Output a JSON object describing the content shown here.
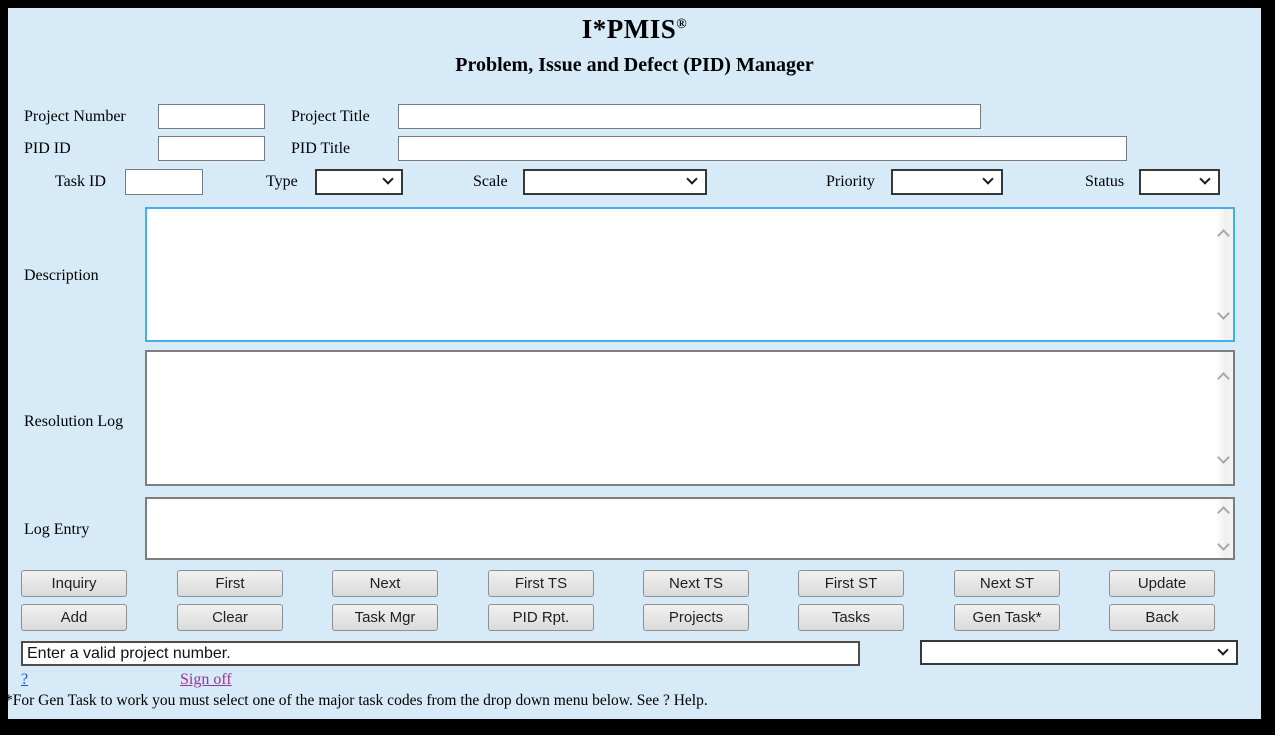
{
  "header": {
    "app_title": "I*PMIS",
    "registered_mark": "®",
    "subtitle": "Problem, Issue and Defect (PID) Manager"
  },
  "fields": {
    "project_number": {
      "label": "Project Number",
      "value": ""
    },
    "project_title": {
      "label": "Project Title",
      "value": ""
    },
    "pid_id": {
      "label": "PID ID",
      "value": ""
    },
    "pid_title": {
      "label": "PID Title",
      "value": ""
    },
    "task_id": {
      "label": "Task ID",
      "value": ""
    },
    "type": {
      "label": "Type",
      "selected": ""
    },
    "scale": {
      "label": "Scale",
      "selected": ""
    },
    "priority": {
      "label": "Priority",
      "selected": ""
    },
    "status": {
      "label": "Status",
      "selected": ""
    },
    "description": {
      "label": "Description",
      "value": ""
    },
    "resolution_log": {
      "label": "Resolution Log",
      "value": ""
    },
    "log_entry": {
      "label": "Log Entry",
      "value": ""
    }
  },
  "buttons": {
    "row1": [
      "Inquiry",
      "First",
      "Next",
      "First TS",
      "Next TS",
      "First ST",
      "Next ST",
      "Update"
    ],
    "row2": [
      "Add",
      "Clear",
      "Task Mgr",
      "PID Rpt.",
      "Projects",
      "Tasks",
      "Gen Task*",
      "Back"
    ]
  },
  "footer": {
    "message": "Enter a valid project number.",
    "task_code_selected": "",
    "help_link": "?",
    "signoff_link": "Sign off",
    "footnote": "*For Gen Task to work you must select one of the major task codes from the drop down menu below. See ? Help."
  },
  "icons": {
    "select_dropdown": "chevron-down",
    "scrollbar_up": "chevron-up",
    "scrollbar_down": "chevron-down"
  },
  "colors": {
    "page_bg": "#d6eaf8",
    "frame": "#000000",
    "focus_border": "#46aee6",
    "field_border": "#7a7a7a",
    "button_face": "#e4e4e4",
    "link_help": "#2255cc",
    "link_signoff": "#993399"
  }
}
